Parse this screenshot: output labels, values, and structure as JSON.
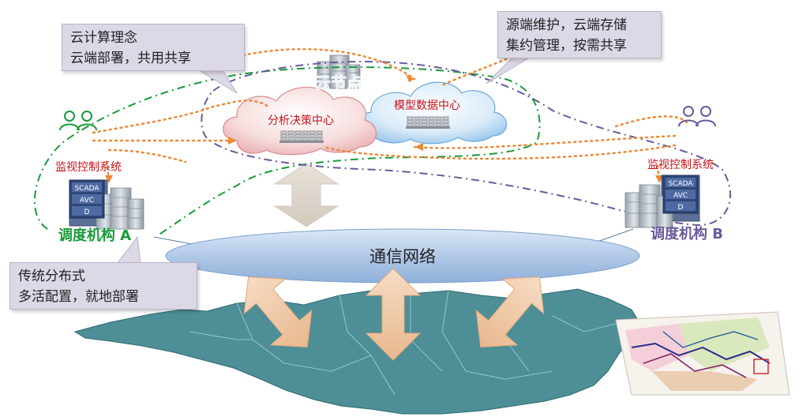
{
  "callouts": {
    "cloud_concept": [
      "云计算理念",
      "云端部署，共用共享"
    ],
    "source_maintenance": [
      "源端维护，云端存储",
      "集约管理，按需共享"
    ],
    "traditional": [
      "传统分布式",
      "多活配置，就地部署"
    ]
  },
  "cloud_node": "云节点",
  "clouds": {
    "analysis": "分析决策中心",
    "model": "模型数据中心"
  },
  "network": "通信网络",
  "sites": {
    "a": {
      "system": "监视控制系统",
      "org": "调度机构 A"
    },
    "b": {
      "system": "监视控制系统",
      "org": "调度机构 B"
    }
  },
  "server_panel": [
    "SCADA",
    "AVC",
    "D"
  ],
  "colors": {
    "green": "#1a9a3a",
    "purple": "#6a5a9a",
    "orange": "#e98a3a",
    "red_text": "#c0141c",
    "network": "#aec6e6",
    "map": "#4e8f97"
  }
}
